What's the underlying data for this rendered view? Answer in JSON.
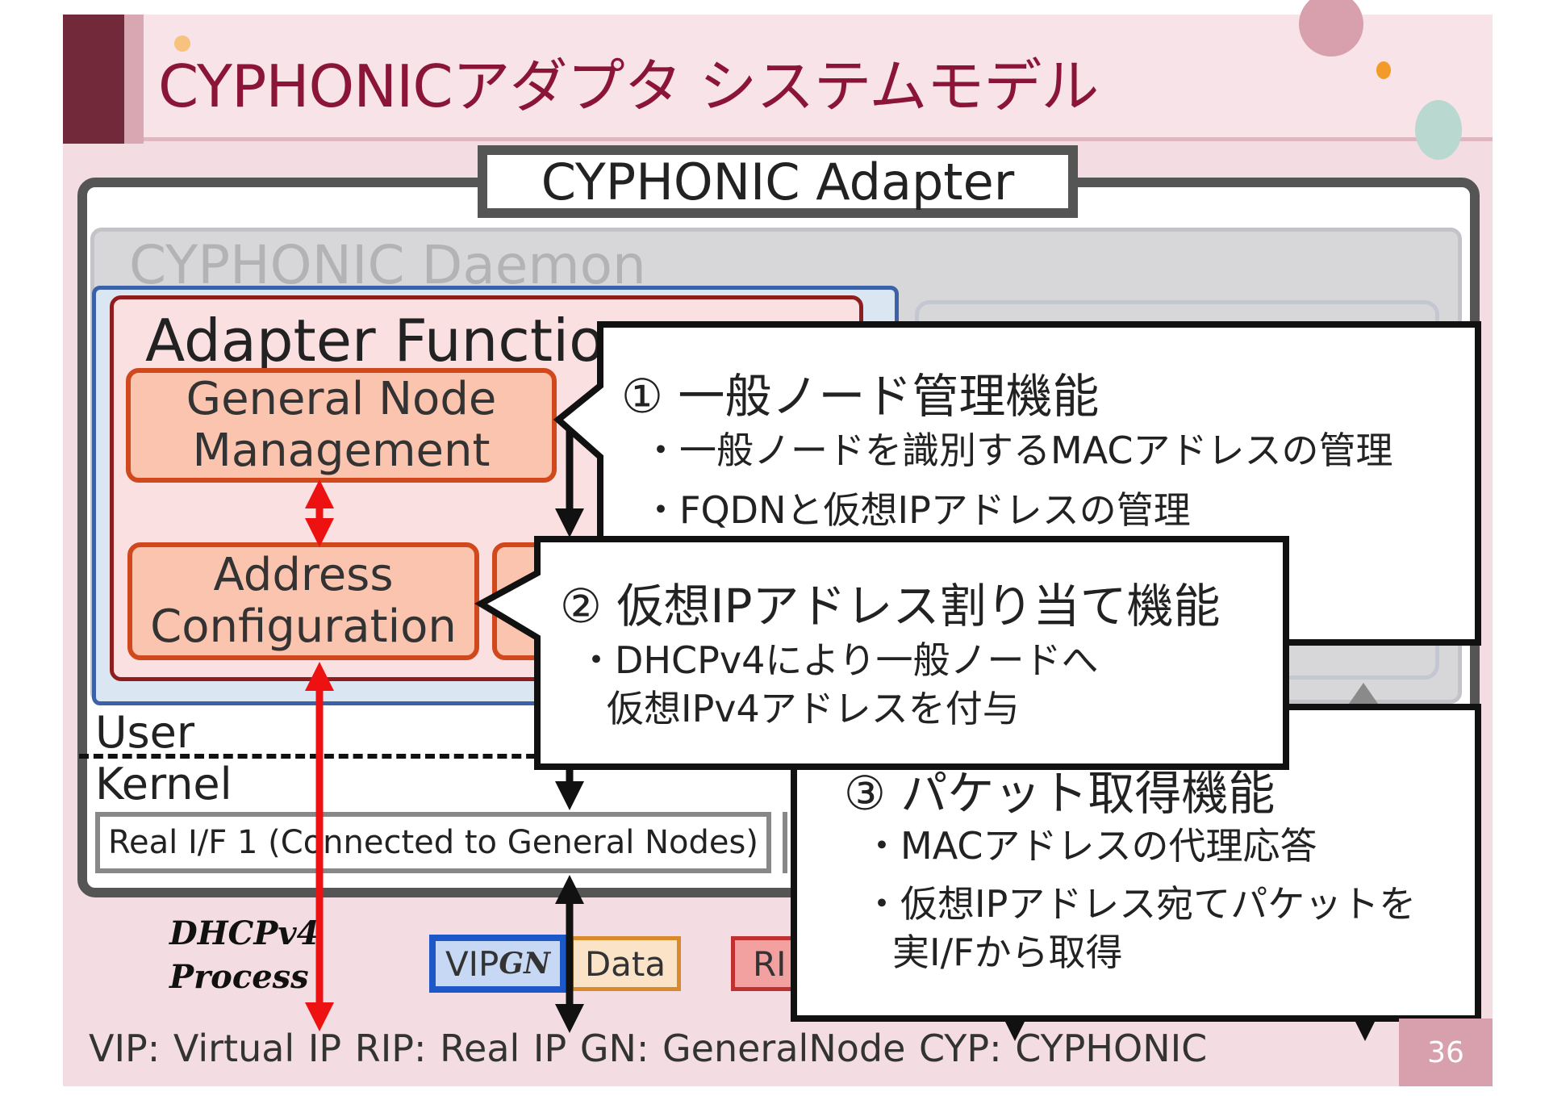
{
  "slide": {
    "title": "CYPHONICアダプタ システムモデル",
    "page_number": "36",
    "legend": "VIP: Virtual IP  RIP: Real IP  GN: GeneralNode  CYP: CYPHONIC"
  },
  "diagram": {
    "adapter_label": "CYPHONIC Adapter",
    "daemon_label": "CYPHONIC Daemon",
    "adapter_function_label": "Adapter Function",
    "general_node_mgmt": [
      "General Node",
      "Management"
    ],
    "address_config": [
      "Address",
      "Configuration"
    ],
    "user_label": "User",
    "kernel_label": "Kernel",
    "real_if_1": "Real I/F 1 (Connected to General Nodes)",
    "dhcp_process": [
      "DHCPv4",
      "Process"
    ],
    "packet_vip": "VIP",
    "packet_vip_sub": "GN",
    "packet_data": "Data",
    "packet_rip": "RI"
  },
  "callouts": [
    {
      "title": "① 一般ノード管理機能",
      "items": [
        "・一般ノードを識別するMACアドレスの管理",
        "・FQDNと仮想IPアドレスの管理"
      ]
    },
    {
      "title": "② 仮想IPアドレス割り当て機能",
      "items": [
        "・DHCPv4により一般ノードへ",
        "仮想IPv4アドレスを付与"
      ]
    },
    {
      "title": "③ パケット取得機能",
      "items": [
        "・MACアドレスの代理応答",
        "・仮想IPアドレス宛てパケットを",
        "実I/Fから取得"
      ]
    }
  ],
  "colors": {
    "title": "#8a1538",
    "function_fill": "#fbc4ae",
    "function_border": "#d2481d",
    "dhcp_arrow": "#ee1111",
    "vip_border": "#1d58c8"
  }
}
